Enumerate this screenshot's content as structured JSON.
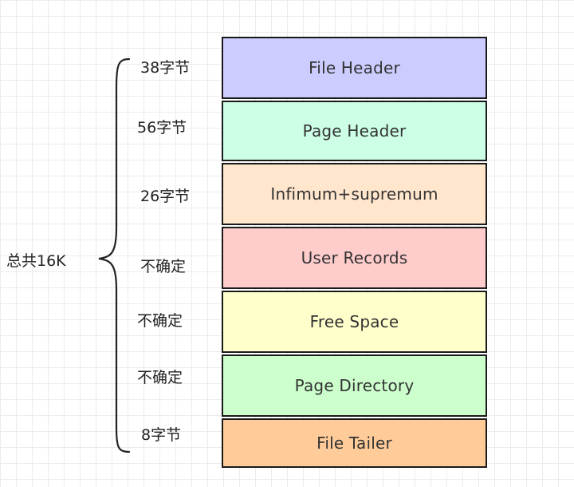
{
  "total_label": "总共16K",
  "sections": [
    {
      "name": "File Header",
      "size": "38字节",
      "color": "#ccccff"
    },
    {
      "name": "Page Header",
      "size": "56字节",
      "color": "#ccffe6"
    },
    {
      "name": "Infimum+supremum",
      "size": "26字节",
      "color": "#ffe6cc"
    },
    {
      "name": "User Records",
      "size": "不确定",
      "color": "#ffcccc"
    },
    {
      "name": "Free Space",
      "size": "不确定",
      "color": "#ffffcc"
    },
    {
      "name": "Page Directory",
      "size": "不确定",
      "color": "#ccffcc"
    },
    {
      "name": "File Tailer",
      "size": "8字节",
      "color": "#ffcc99"
    }
  ]
}
